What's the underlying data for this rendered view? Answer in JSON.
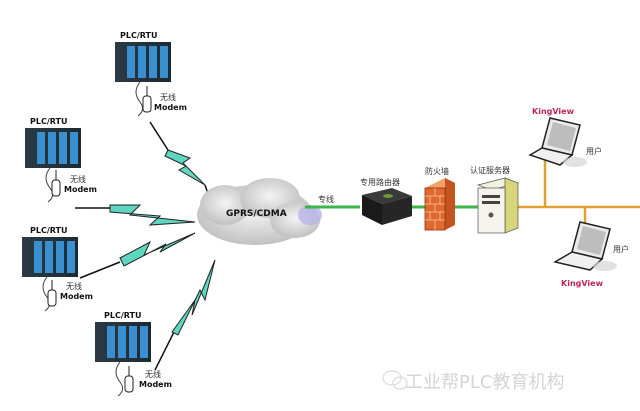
{
  "diagram": {
    "cloud_label": "GPRS/CDMA",
    "leased_line_label": "专线",
    "router_label": "专用路由器",
    "firewall_label": "防火墙",
    "auth_server_label": "认证服务器",
    "plc_nodes": [
      {
        "title": "PLC/RTU",
        "modem_cn": "无线",
        "modem_en": "Modem"
      },
      {
        "title": "PLC/RTU",
        "modem_cn": "无线",
        "modem_en": "Modem"
      },
      {
        "title": "PLC/RTU",
        "modem_cn": "无线",
        "modem_en": "Modem"
      },
      {
        "title": "PLC/RTU",
        "modem_cn": "无线",
        "modem_en": "Modem"
      }
    ],
    "clients": [
      {
        "software": "KingView",
        "role": "用户"
      },
      {
        "software": "KingView",
        "role": "用户"
      }
    ],
    "watermark": "工业帮PLC教育机构"
  },
  "colors": {
    "lightning": "#5fd6bf",
    "leased_line": "#3cb54a",
    "lan_bus": "#e0a030",
    "kingview": "#c0245a",
    "firewall": "#e06a2e"
  }
}
